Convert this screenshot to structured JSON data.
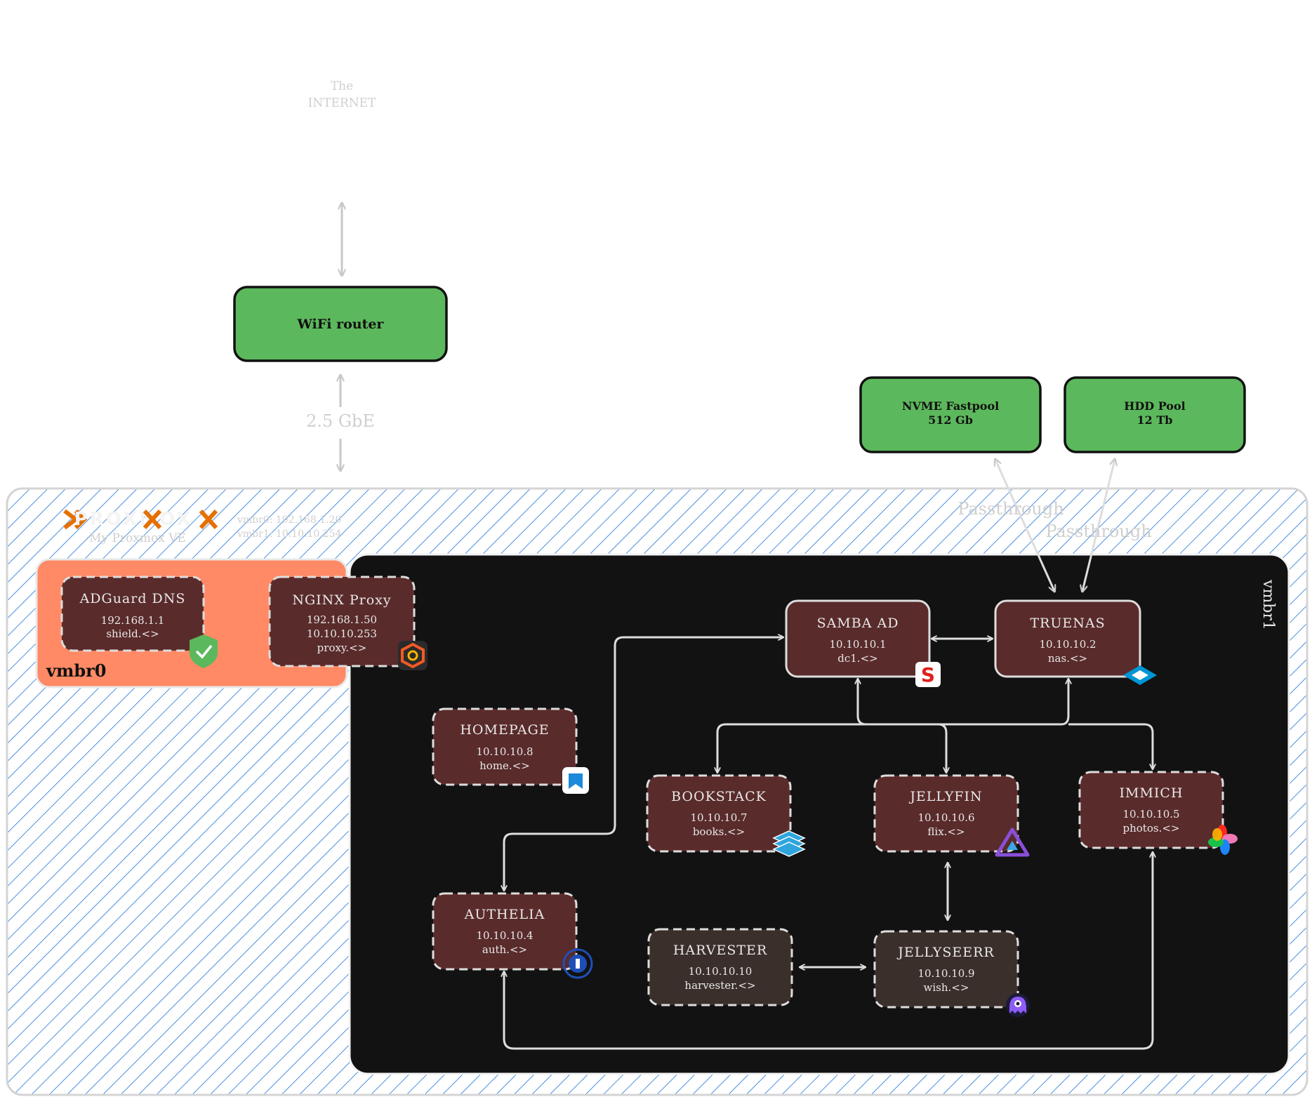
{
  "internet": {
    "line1": "The",
    "line2": "INTERNET"
  },
  "router": {
    "label": "WiFi router"
  },
  "link": {
    "label": "2.5 GbE"
  },
  "storage": [
    {
      "line1": "NVME Fastpool",
      "line2": "512 Gb"
    },
    {
      "line1": "HDD Pool",
      "line2": "12 Tb"
    }
  ],
  "passthrough": [
    "Passthrough",
    "Passthrough"
  ],
  "proxmox": {
    "brand": "PROXMOX",
    "subtitle": "My Proxmox VE",
    "vmbr0_ip": "vmbr0: 192.168.1.20",
    "vmbr1_ip": "vmbr1: 10.10.10.254"
  },
  "bridges": {
    "vmbr0": "vmbr0",
    "vmbr1": "vmbr1"
  },
  "services": {
    "adguard": {
      "title": "ADGuard DNS",
      "ip": "192.168.1.1",
      "host": "shield.<>"
    },
    "nginx": {
      "title": "NGINX Proxy",
      "ip": "192.168.1.50",
      "ip2": "10.10.10.253",
      "host": "proxy.<>"
    },
    "samba": {
      "title": "SAMBA AD",
      "ip": "10.10.10.1",
      "host": "dc1.<>"
    },
    "truenas": {
      "title": "TRUENAS",
      "ip": "10.10.10.2",
      "host": "nas.<>"
    },
    "homepage": {
      "title": "HOMEPAGE",
      "ip": "10.10.10.8",
      "host": "home.<>"
    },
    "bookstack": {
      "title": "BOOKSTACK",
      "ip": "10.10.10.7",
      "host": "books.<>"
    },
    "jellyfin": {
      "title": "JELLYFIN",
      "ip": "10.10.10.6",
      "host": "flix.<>"
    },
    "immich": {
      "title": "IMMICH",
      "ip": "10.10.10.5",
      "host": "photos.<>"
    },
    "authelia": {
      "title": "AUTHELIA",
      "ip": "10.10.10.4",
      "host": "auth.<>"
    },
    "harvester": {
      "title": "HARVESTER",
      "ip": "10.10.10.10",
      "host": "harvester.<>"
    },
    "jellyseerr": {
      "title": "JELLYSEERR",
      "ip": "10.10.10.9",
      "host": "wish.<>"
    }
  },
  "colors": {
    "green": "#5cb85c",
    "salmon": "#ff8a65",
    "node": "#5a2b2b",
    "node_dark": "#3b2f2b",
    "panel": "#121212",
    "hatch": "#4a90e2",
    "proxmox_orange": "#e57000"
  },
  "icons": [
    "adguard-shield-icon",
    "nginx-proxy-manager-icon",
    "samba-icon",
    "truenas-icon",
    "homepage-icon",
    "bookstack-icon",
    "jellyfin-icon",
    "immich-icon",
    "authelia-icon",
    "jellyseerr-icon"
  ]
}
